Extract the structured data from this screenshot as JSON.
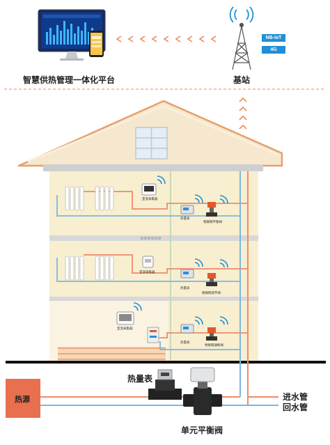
{
  "labels": {
    "platform": "智慧供热管理一体化平台",
    "base_station": "基站",
    "nbiot": "NB-IoT",
    "fourg": "4G",
    "heat_source": "热源",
    "heat_meter": "热量表",
    "unit_balance_valve": "单元平衡阀",
    "supply_pipe": "进水管",
    "return_pipe": "回水管",
    "floor3_collector": "室温采集器",
    "floor3_meter": "热量表",
    "floor3_valve": "物联网平衡阀",
    "floor2_collector": "室温采集器",
    "floor2_meter": "热量表",
    "floor2_valve": "物联网调节阀",
    "floor1_collector": "室温采集器",
    "floor1_meter": "热量表",
    "floor1_valve": "物联网通断阀"
  },
  "colors": {
    "supply": "#f08a6a",
    "return": "#7ab8e0",
    "heat_source_box": "#e8704e",
    "accent_blue": "#1f8fd6",
    "roof": "#f6e7cf",
    "roof_stroke": "#e7a06a"
  },
  "icons": [
    "monitor-icon",
    "phone-icon",
    "tower-icon",
    "wifi-icon",
    "radiator-icon",
    "meter-icon",
    "valve-icon"
  ]
}
